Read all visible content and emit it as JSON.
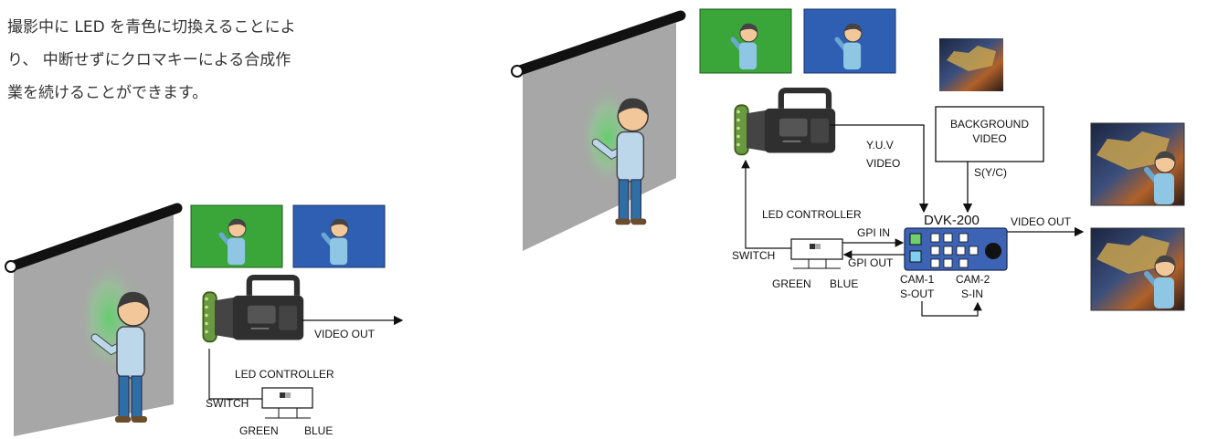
{
  "description_lines": [
    "撮影中に LED を青色に切換えることによ",
    "り、 中断せずにクロマキーによる合成作",
    "業を続けることができます。"
  ],
  "left_diagram": {
    "video_out": "VIDEO OUT",
    "led_controller": "LED CONTROLLER",
    "switch": "SWITCH",
    "green": "GREEN",
    "blue": "BLUE"
  },
  "right_diagram": {
    "yuv_video_line1": "Y.U.V",
    "yuv_video_line2": "VIDEO",
    "background_video_line1": "BACKGROUND",
    "background_video_line2": "VIDEO",
    "s_yc": "S(Y/C)",
    "device_name": "DVK-200",
    "led_controller": "LED CONTROLLER",
    "gpi_in": "GPI IN",
    "gpi_out": "GPI OUT",
    "switch": "SWITCH",
    "green": "GREEN",
    "blue": "BLUE",
    "cam1": "CAM-1",
    "s_out": "S-OUT",
    "cam2": "CAM-2",
    "s_in": "S-IN",
    "video_out": "VIDEO OUT"
  },
  "colors": {
    "green_screen": "#3aa63a",
    "blue_screen": "#2f5fb3",
    "screen_gray": "#a7a7a7",
    "led_glow": "#7fc04a",
    "device_blue": "#3d63b5"
  }
}
